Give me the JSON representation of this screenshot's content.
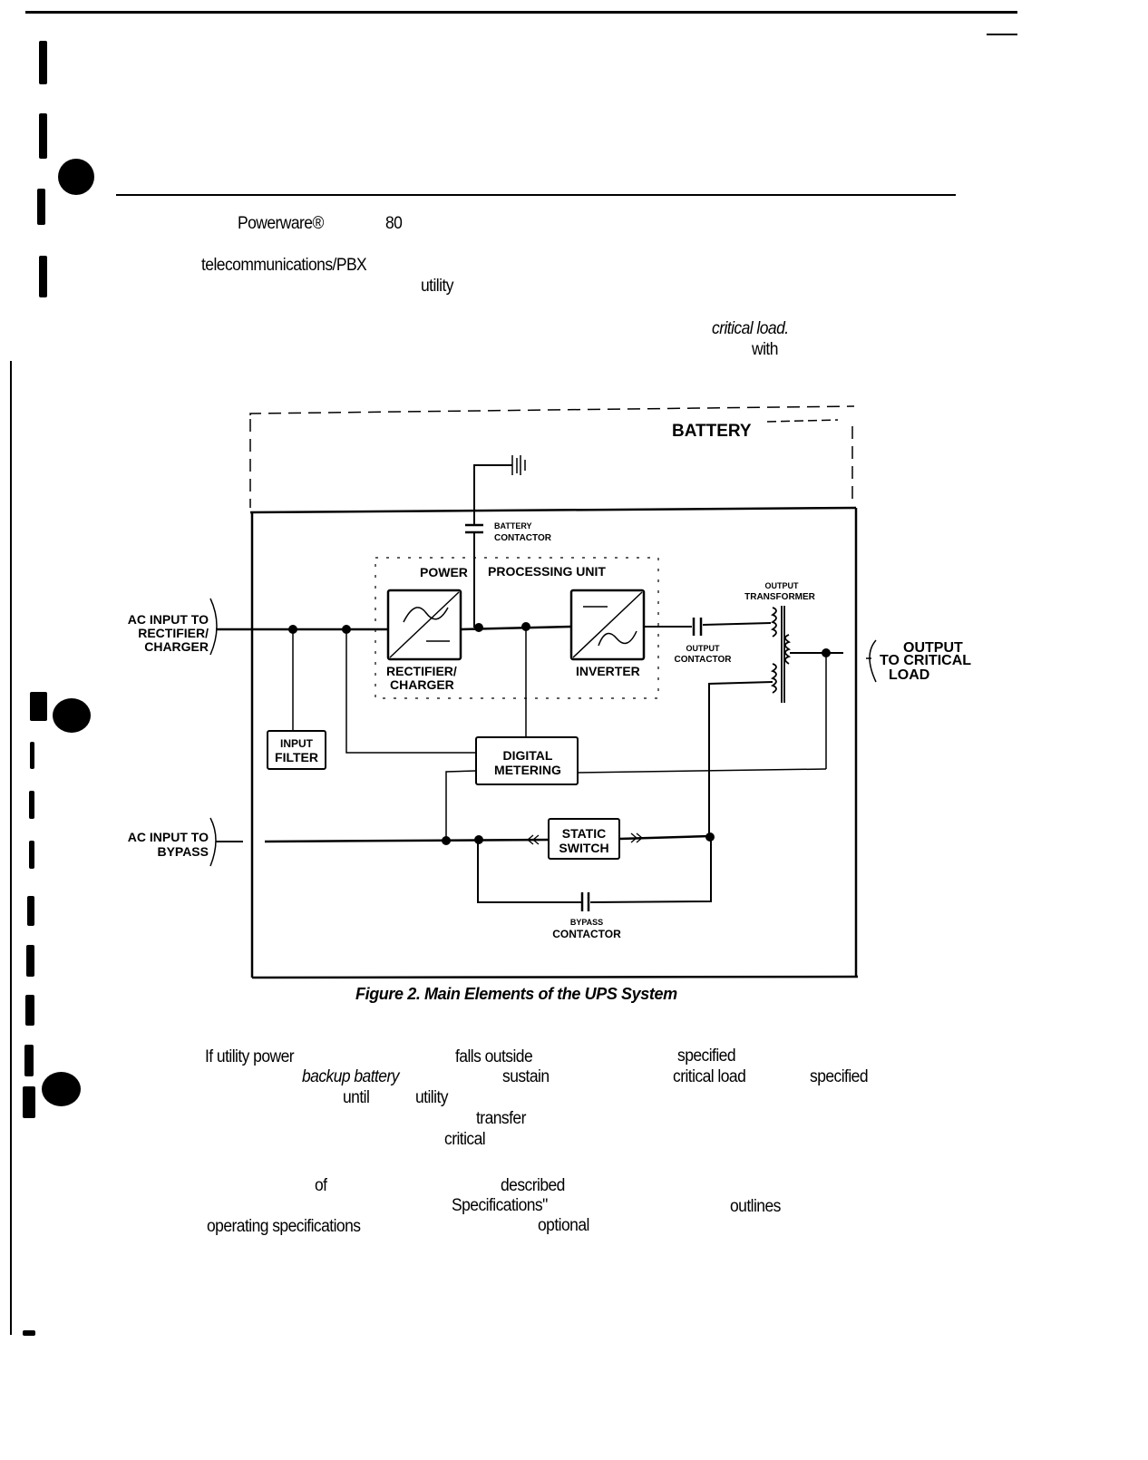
{
  "page": {
    "body_words_top": [
      {
        "text": "Powerware®",
        "italic": false
      },
      {
        "text": "80",
        "italic": false
      },
      {
        "text": "telecommunications/PBX",
        "italic": false
      },
      {
        "text": "utility",
        "italic": false
      },
      {
        "text": "critical  load.",
        "italic": true
      },
      {
        "text": "with",
        "italic": false
      }
    ],
    "body_words_bottom": [
      {
        "text": "If  utility power",
        "italic": false
      },
      {
        "text": "falls outside",
        "italic": false
      },
      {
        "text": "specified",
        "italic": false
      },
      {
        "text": "backup battery",
        "italic": true
      },
      {
        "text": "sustain",
        "italic": false
      },
      {
        "text": "critical load",
        "italic": false
      },
      {
        "text": "specified",
        "italic": false
      },
      {
        "text": "until",
        "italic": false
      },
      {
        "text": "utility",
        "italic": false
      },
      {
        "text": "transfer",
        "italic": false
      },
      {
        "text": "critical",
        "italic": false
      },
      {
        "text": "of",
        "italic": false
      },
      {
        "text": "described",
        "italic": false
      },
      {
        "text": "Specifications\"",
        "italic": false
      },
      {
        "text": "outlines",
        "italic": false
      },
      {
        "text": "operating  specifications",
        "italic": false
      },
      {
        "text": "optional",
        "italic": false
      }
    ]
  },
  "figure": {
    "caption": "Figure 2.  Main Elements of the UPS System",
    "labels": {
      "battery": "BATTERY",
      "battery_contactor_1": "BATTERY",
      "battery_contactor_2": "CONTACTOR",
      "ppu_1": "POWER",
      "ppu_2": "PROCESSING   UNIT",
      "ac_input_rect_1": "AC INPUT TO",
      "ac_input_rect_2": "RECTIFIER/",
      "ac_input_rect_3": "CHARGER",
      "rectifier_1": "RECTIFIER/",
      "rectifier_2": "CHARGER",
      "inverter": "INVERTER",
      "output_transformer_1": "OUTPUT",
      "output_transformer_2": "TRANSFORMER",
      "output_contactor_1": "OUTPUT",
      "output_contactor_2": "CONTACTOR",
      "output_load_1": "OUTPUT",
      "output_load_2": "TO CRITICAL",
      "output_load_3": "LOAD",
      "input_filter_1": "INPUT",
      "input_filter_2": "FILTER",
      "digital_metering_1": "DIGITAL",
      "digital_metering_2": "METERING",
      "ac_input_bypass_1": "AC INPUT TO",
      "ac_input_bypass_2": "BYPASS",
      "static_switch_1": "STATIC",
      "static_switch_2": "SWITCH",
      "bypass_contactor_1": "BYPASS",
      "bypass_contactor_2": "CONTACTOR"
    }
  }
}
